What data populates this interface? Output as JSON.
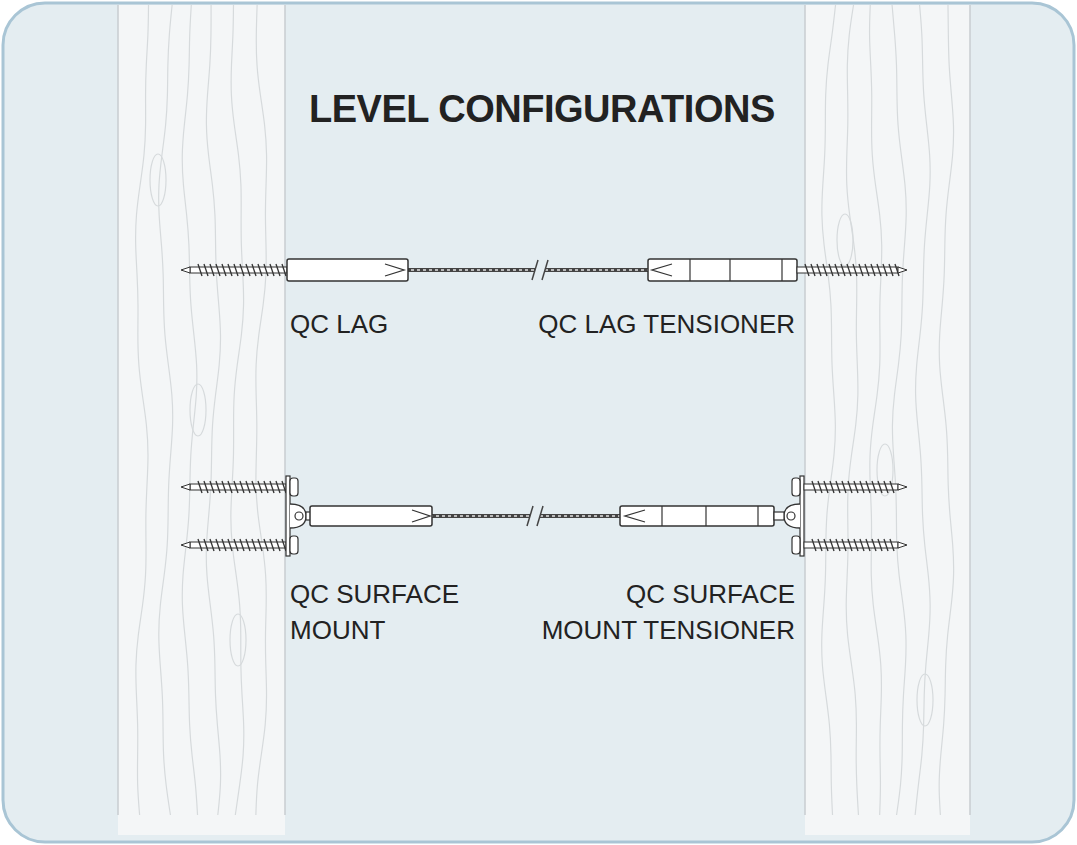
{
  "diagram": {
    "title": "LEVEL CONFIGURATIONS",
    "labels": [
      "QC LAG",
      "QC LAG TENSIONER",
      "QC SURFACE MOUNT",
      "QC SURFACE MOUNT TENSIONER"
    ]
  }
}
